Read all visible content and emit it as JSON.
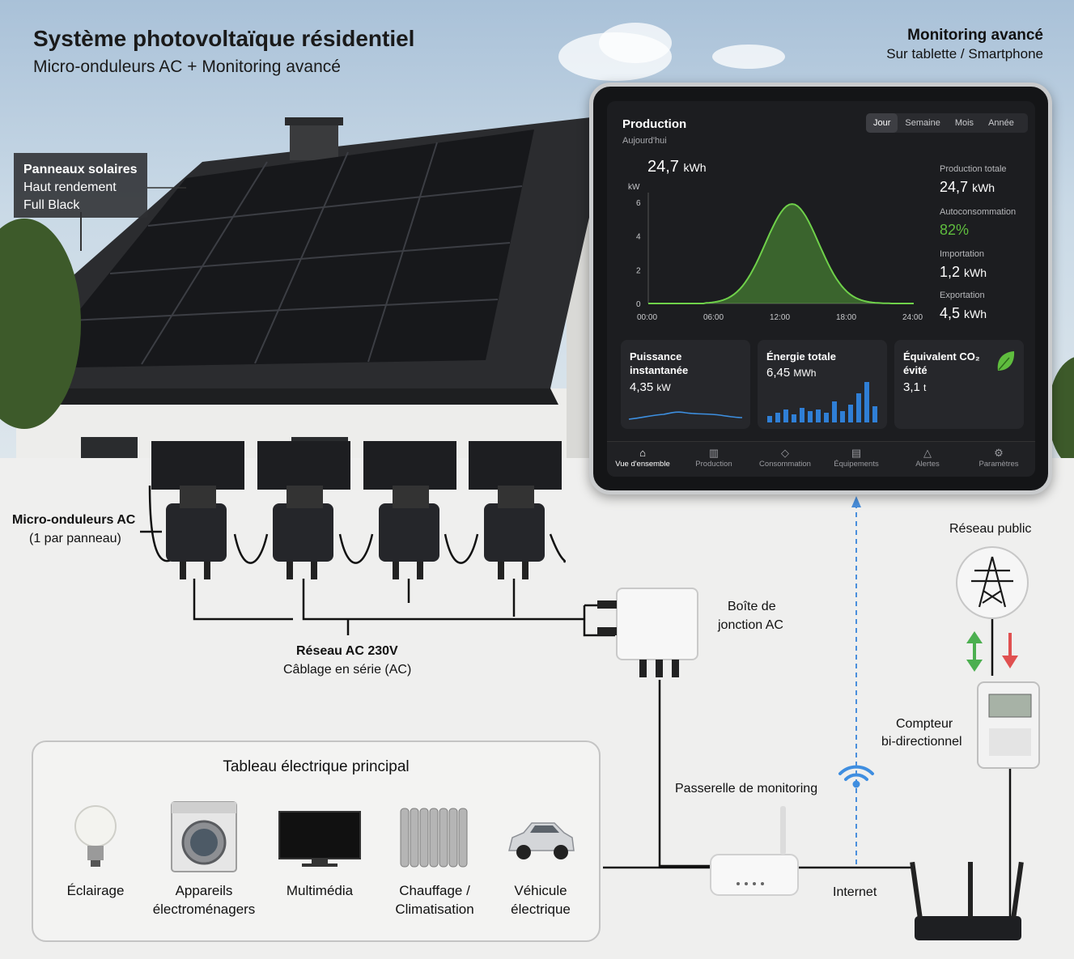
{
  "title": "Système photovoltaïque résidentiel",
  "subtitle": "Micro-onduleurs AC + Monitoring avancé",
  "monitoring": {
    "title": "Monitoring avancé",
    "subtitle": "Sur tablette / Smartphone"
  },
  "panel_label": {
    "line1": "Panneaux solaires",
    "line2": "Haut rendement",
    "line3": "Full Black"
  },
  "tablet": {
    "heading": "Production",
    "date": "Aujourd'hui",
    "tabs": [
      "Jour",
      "Semaine",
      "Mois",
      "Année"
    ],
    "active_tab": "Jour",
    "production_value": "24,7",
    "production_unit": "kWh",
    "chart_unit": "kW",
    "y_ticks": [
      "6",
      "4",
      "2",
      "0"
    ],
    "x_ticks": [
      "00:00",
      "06:00",
      "12:00",
      "18:00",
      "24:00"
    ],
    "stats": [
      {
        "label": "Production totale",
        "value": "24,7",
        "unit": "kWh"
      },
      {
        "label": "Autoconsommation",
        "value": "82%",
        "unit": ""
      },
      {
        "label": "Importation",
        "value": "1,2",
        "unit": "kWh"
      },
      {
        "label": "Exportation",
        "value": "4,5",
        "unit": "kWh"
      }
    ],
    "cards": [
      {
        "label": "Puissance instantanée",
        "value": "4,35",
        "unit": "kW"
      },
      {
        "label": "Énergie totale",
        "value": "6,45",
        "unit": "MWh"
      },
      {
        "label": "Équivalent CO₂ évité",
        "value": "3,1",
        "unit": "t"
      }
    ],
    "nav": [
      "Vue d'ensemble",
      "Production",
      "Consommation",
      "Équipements",
      "Alertes",
      "Paramètres"
    ],
    "accent_color": "#5fbd3e",
    "card_blue": "#2f7fd6"
  },
  "labels": {
    "micro_title": "Micro-onduleurs AC",
    "micro_sub": "(1 par panneau)",
    "grid_title": "Réseau AC 230V",
    "grid_sub": "Câblage en série (AC)",
    "junction_1": "Boîte de",
    "junction_2": "jonction AC",
    "public_grid": "Réseau public",
    "meter_1": "Compteur",
    "meter_2": "bi-directionnel",
    "gateway": "Passerelle de monitoring",
    "internet": "Internet"
  },
  "tableau": {
    "title": "Tableau électrique principal",
    "items": [
      {
        "line1": "Éclairage",
        "line2": ""
      },
      {
        "line1": "Appareils",
        "line2": "électroménagers"
      },
      {
        "line1": "Multimédia",
        "line2": ""
      },
      {
        "line1": "Chauffage /",
        "line2": "Climatisation"
      },
      {
        "line1": "Véhicule",
        "line2": "électrique"
      }
    ]
  }
}
